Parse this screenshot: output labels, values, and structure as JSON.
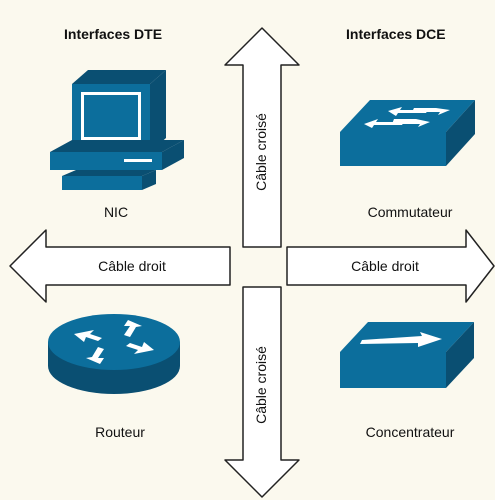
{
  "headers": {
    "dte": "Interfaces DTE",
    "dce": "Interfaces DCE"
  },
  "devices": {
    "nic": "NIC",
    "switch": "Commutateur",
    "router": "Routeur",
    "hub": "Concentrateur"
  },
  "arrows": {
    "left": "Câble droit",
    "right": "Câble droit",
    "up": "Câble croisé",
    "down": "Câble croisé"
  },
  "colors": {
    "device_blue": "#0c6e9c",
    "device_dark": "#0a4f72",
    "arrow_fill": "#ffffff",
    "arrow_stroke": "#222222",
    "background": "#fbf9ee"
  },
  "icons": {
    "nic": "computer-icon",
    "switch": "switch-icon",
    "router": "router-icon",
    "hub": "hub-icon"
  }
}
